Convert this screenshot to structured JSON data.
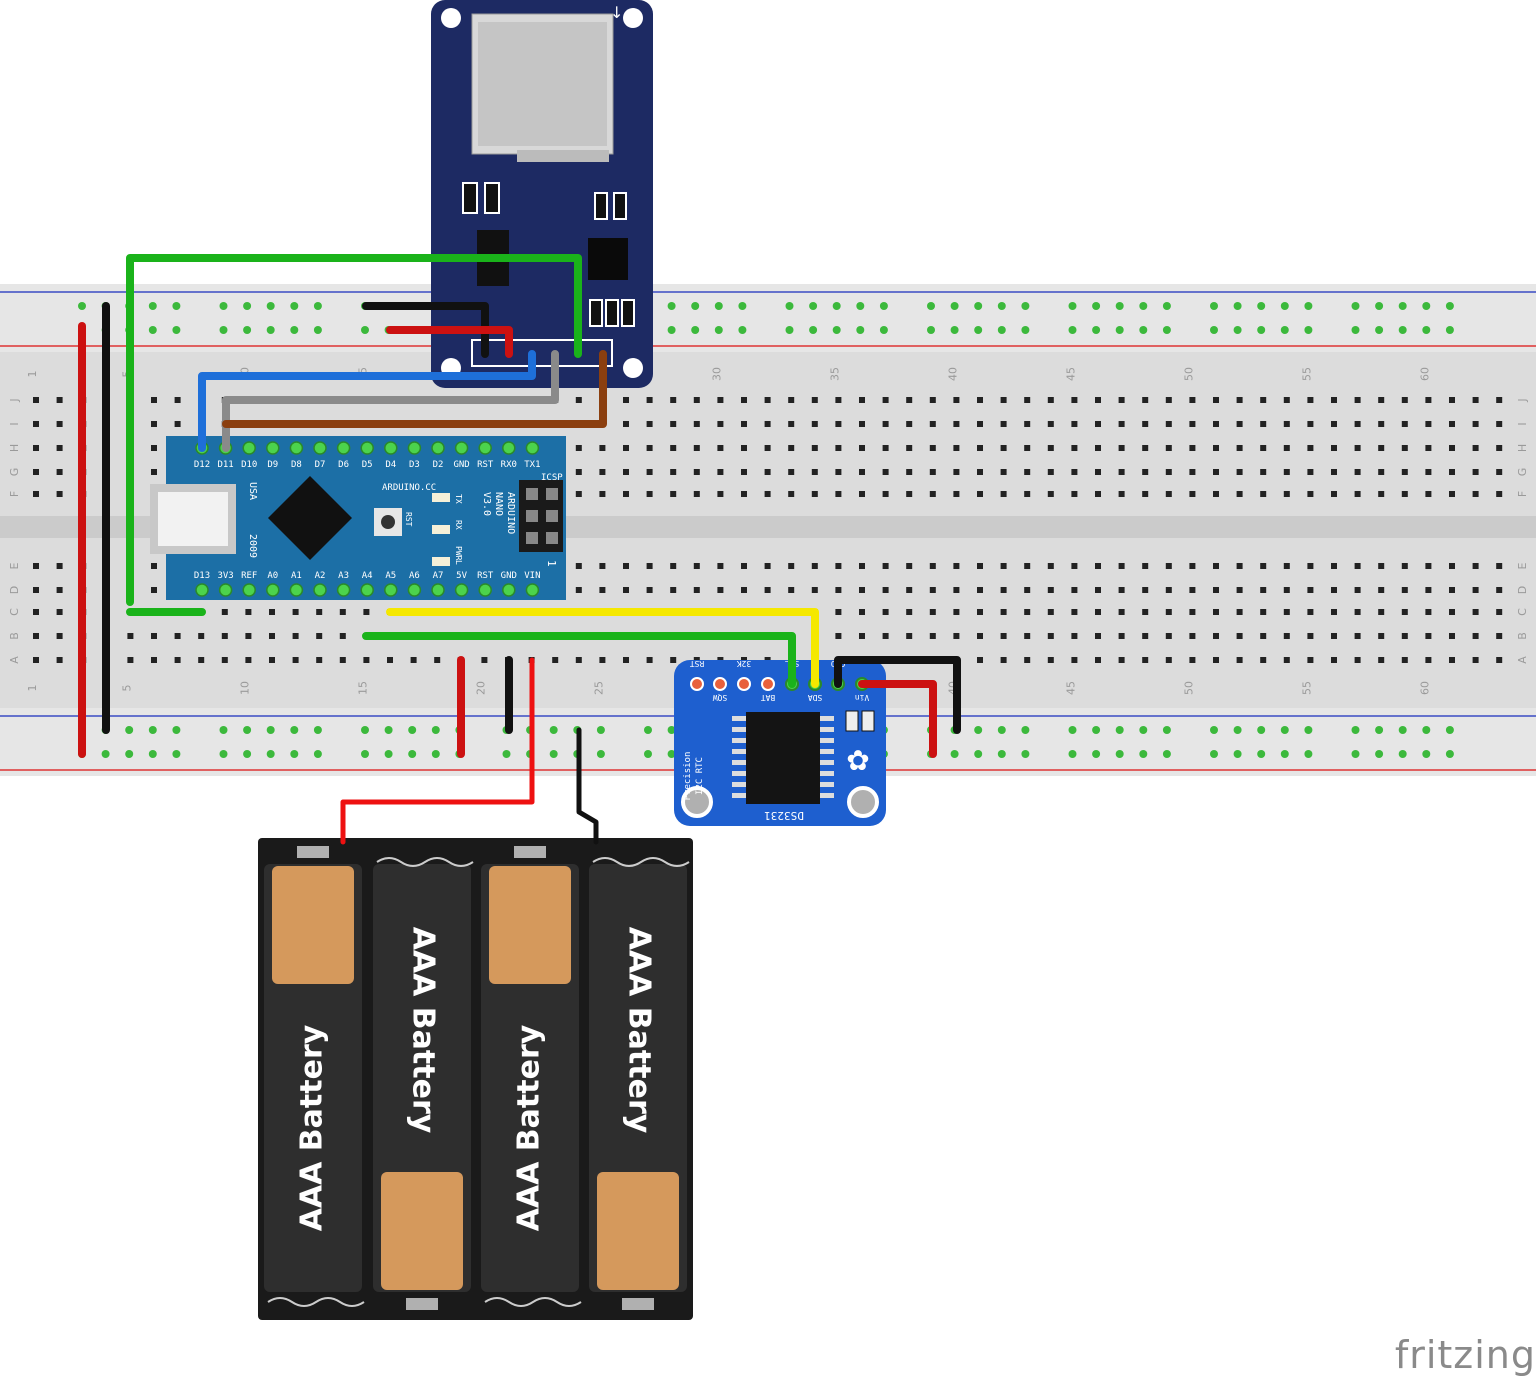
{
  "breadboard": {
    "column_numbers": [
      "1",
      "5",
      "10",
      "15",
      "20",
      "25",
      "30",
      "35",
      "40",
      "45",
      "50",
      "55",
      "60"
    ],
    "row_letters_top": [
      "J",
      "I",
      "H",
      "G",
      "F"
    ],
    "row_letters_bottom": [
      "E",
      "D",
      "C",
      "B",
      "A"
    ]
  },
  "arduino": {
    "top_pins": [
      "D12",
      "D11",
      "D10",
      "D9",
      "D8",
      "D7",
      "D6",
      "D5",
      "D4",
      "D3",
      "D2",
      "GND",
      "RST",
      "RX0",
      "TX1"
    ],
    "bottom_pins": [
      "D13",
      "3V3",
      "REF",
      "A0",
      "A1",
      "A2",
      "A3",
      "A4",
      "A5",
      "A6",
      "A7",
      "5V",
      "RST",
      "GND",
      "VIN"
    ],
    "brand": "ARDUINO.CC",
    "model": [
      "ARDUINO",
      "NANO",
      "V3.0"
    ],
    "usa": "USA",
    "year": "2009",
    "icsp": "ICSP",
    "rst": "RST",
    "leds": [
      "TX",
      "RX",
      "PWR",
      "L"
    ],
    "one": "1"
  },
  "rtc": {
    "pins_left": [
      "RST",
      "SQW",
      "32K",
      "BAT"
    ],
    "pins_right": [
      "SCL",
      "SDA",
      "GND",
      "Vin"
    ],
    "chip": "DS3231",
    "desc": [
      "Precision",
      "I2C RTC"
    ]
  },
  "battery": {
    "label": "AAA Battery",
    "count": 4
  },
  "watermark": "fritzing"
}
